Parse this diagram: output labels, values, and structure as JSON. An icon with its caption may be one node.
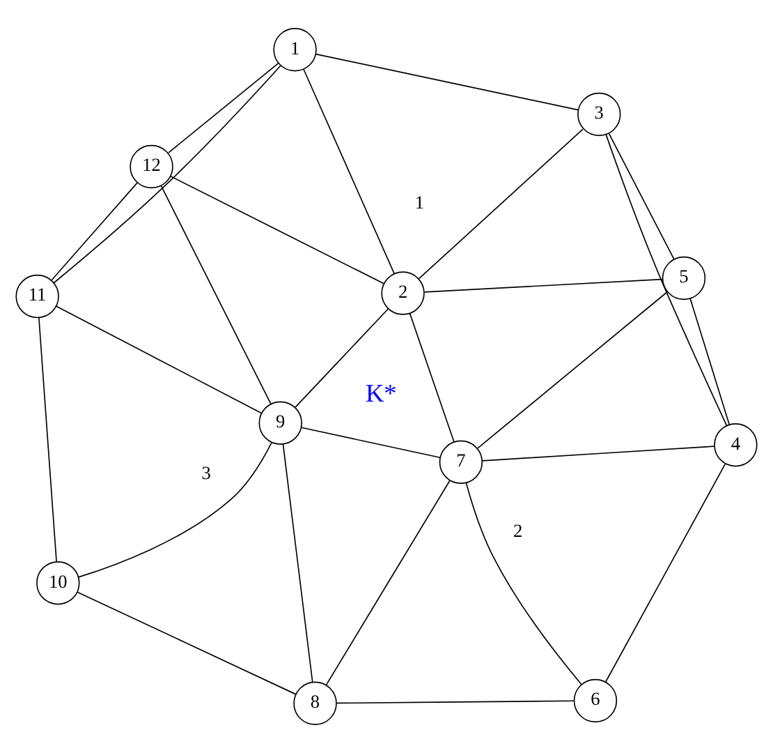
{
  "diagram": {
    "nodes": [
      {
        "text": [
          "10"
        ]
      },
      {
        "text": [
          "8"
        ]
      },
      {
        "text": [
          "9"
        ]
      },
      {
        "text": [
          "11"
        ]
      },
      {
        "text": [
          "7"
        ]
      },
      {
        "text": [
          "6"
        ]
      },
      {
        "text": [
          "12"
        ]
      },
      {
        "text": [
          "5"
        ]
      },
      {
        "text": [
          "1"
        ]
      },
      {
        "text": [
          "2"
        ]
      },
      {
        "text": [
          "4"
        ]
      },
      {
        "text": [
          "3"
        ]
      }
    ],
    "edges": [
      {
        "from": 0,
        "to": 1,
        "arrow": "none"
      },
      {
        "from": 0,
        "to": 2,
        "arrow": "none"
      },
      {
        "from": 0,
        "to": 3,
        "arrow": "none"
      },
      {
        "from": 1,
        "to": 2,
        "arrow": "none"
      },
      {
        "from": 1,
        "to": 4,
        "arrow": "none"
      },
      {
        "from": 1,
        "to": 5,
        "arrow": "none"
      },
      {
        "from": 2,
        "to": 3,
        "arrow": "none"
      },
      {
        "from": 2,
        "to": 6,
        "arrow": "none"
      },
      {
        "from": 2,
        "to": 4,
        "arrow": "none"
      },
      {
        "from": 2,
        "to": 9,
        "arrow": "none"
      },
      {
        "from": 3,
        "to": 6,
        "arrow": "none"
      },
      {
        "from": 3,
        "to": 8,
        "arrow": "none"
      },
      {
        "from": 6,
        "to": 8,
        "arrow": "none"
      },
      {
        "from": 6,
        "to": 9,
        "arrow": "none"
      },
      {
        "from": 4,
        "to": 5,
        "arrow": "none"
      },
      {
        "from": 4,
        "to": 7,
        "arrow": "none"
      },
      {
        "from": 4,
        "to": 10,
        "arrow": "none"
      },
      {
        "from": 4,
        "to": 9,
        "arrow": "none"
      },
      {
        "from": 5,
        "to": 10,
        "arrow": "none"
      },
      {
        "from": 8,
        "to": 9,
        "arrow": "none"
      },
      {
        "from": 8,
        "to": 11,
        "arrow": "none"
      },
      {
        "from": 9,
        "to": 7,
        "arrow": "none"
      },
      {
        "from": 9,
        "to": 11,
        "arrow": "none"
      },
      {
        "from": 7,
        "to": 11,
        "arrow": "none"
      },
      {
        "from": 7,
        "to": 10,
        "arrow": "none"
      },
      {
        "from": 10,
        "to": 11,
        "arrow": "none"
      }
    ],
    "labels": [
      "3",
      "2",
      "K*",
      "1"
    ]
  }
}
